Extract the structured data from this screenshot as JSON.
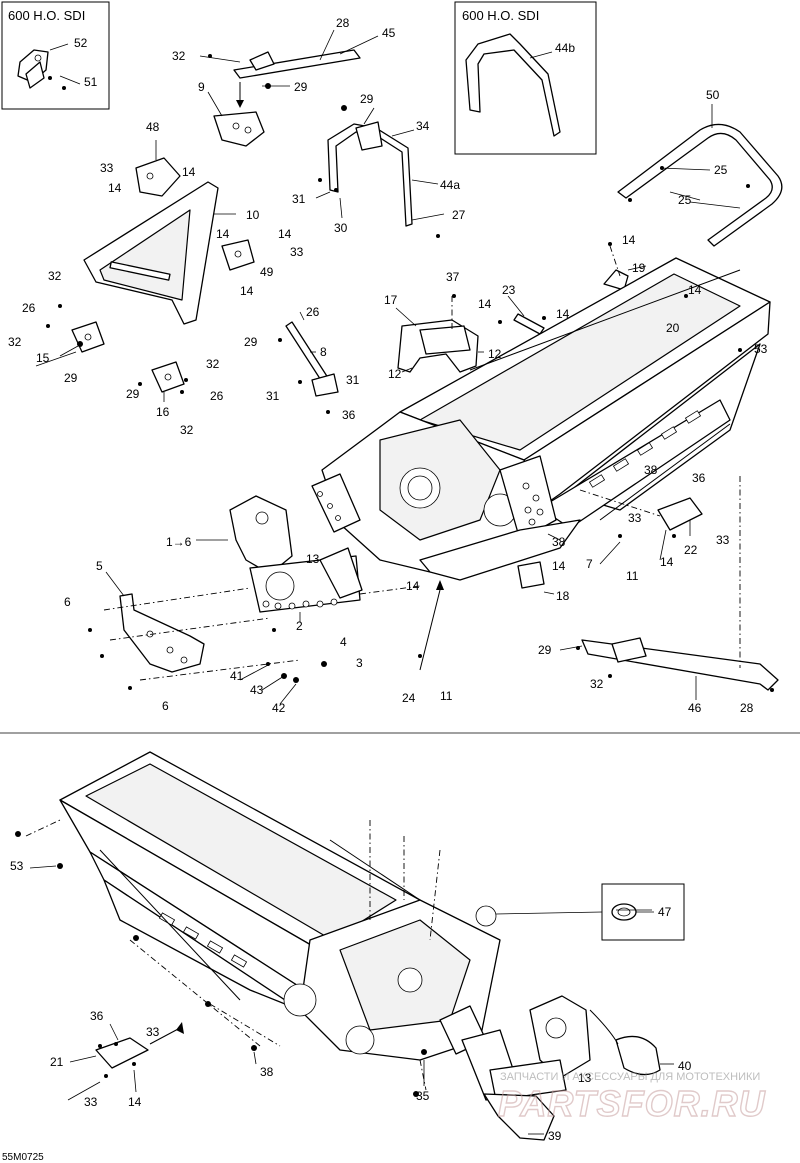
{
  "diagram_id": "55M0725",
  "inset_boxes": [
    {
      "title": "600 H.O. SDI"
    },
    {
      "title": "600 H.O. SDI"
    }
  ],
  "callouts": {
    "c52": "52",
    "c51": "51",
    "c28a": "28",
    "c45": "45",
    "c32a": "32",
    "c29a": "29",
    "c9": "9",
    "c44b": "44b",
    "c50": "50",
    "c25a": "25",
    "c25b": "25",
    "c48": "48",
    "c33a": "33",
    "c14a": "14",
    "c14b": "14",
    "c10": "10",
    "c29b": "29",
    "c34": "34",
    "c44a": "44a",
    "c31a": "31",
    "c30": "30",
    "c27": "27",
    "c14c": "14",
    "c14d": "14",
    "c33b": "33",
    "c49": "49",
    "c14e": "14",
    "c14f": "14",
    "c19": "19",
    "c37": "37",
    "c17": "17",
    "c23": "23",
    "c14g": "14",
    "c14h": "14",
    "c14i": "14",
    "c20": "20",
    "c53a": "53",
    "c32b": "32",
    "c26a": "26",
    "c32c": "32",
    "c15": "15",
    "c29c": "29",
    "c29d": "29",
    "c26b": "26",
    "c8": "8",
    "c12a": "12",
    "c12b": "12",
    "c31b": "31",
    "c31c": "31",
    "c36a": "36",
    "c32d": "32",
    "c29e": "29",
    "c16": "16",
    "c26c": "26",
    "c32e": "32",
    "c38a": "38",
    "c36b": "36",
    "c1to6": "1→6",
    "c13a": "13",
    "c33c": "33",
    "c22": "22",
    "c33d": "33",
    "c14j": "14",
    "c38b": "38",
    "c7": "7",
    "c14k": "14",
    "c11a": "11",
    "c18": "18",
    "c5": "5",
    "c6a": "6",
    "c14l": "14",
    "c2": "2",
    "c4": "4",
    "c3": "3",
    "c41": "41",
    "c43": "43",
    "c42": "42",
    "c6b": "6",
    "c24": "24",
    "c11b": "11",
    "c29f": "29",
    "c32f": "32",
    "c46": "46",
    "c28b": "28",
    "c53b": "53",
    "c47": "47",
    "c36c": "36",
    "c33e": "33",
    "c21": "21",
    "c33f": "33",
    "c14m": "14",
    "c38c": "38",
    "c35": "35",
    "c13b": "13",
    "c40": "40",
    "c39": "39"
  },
  "watermark": {
    "main": "PARTSFOR.RU",
    "sub": "ЗАПЧАСТИ И АКСЕССУАРЫ ДЛЯ МОТОТЕХНИКИ"
  }
}
